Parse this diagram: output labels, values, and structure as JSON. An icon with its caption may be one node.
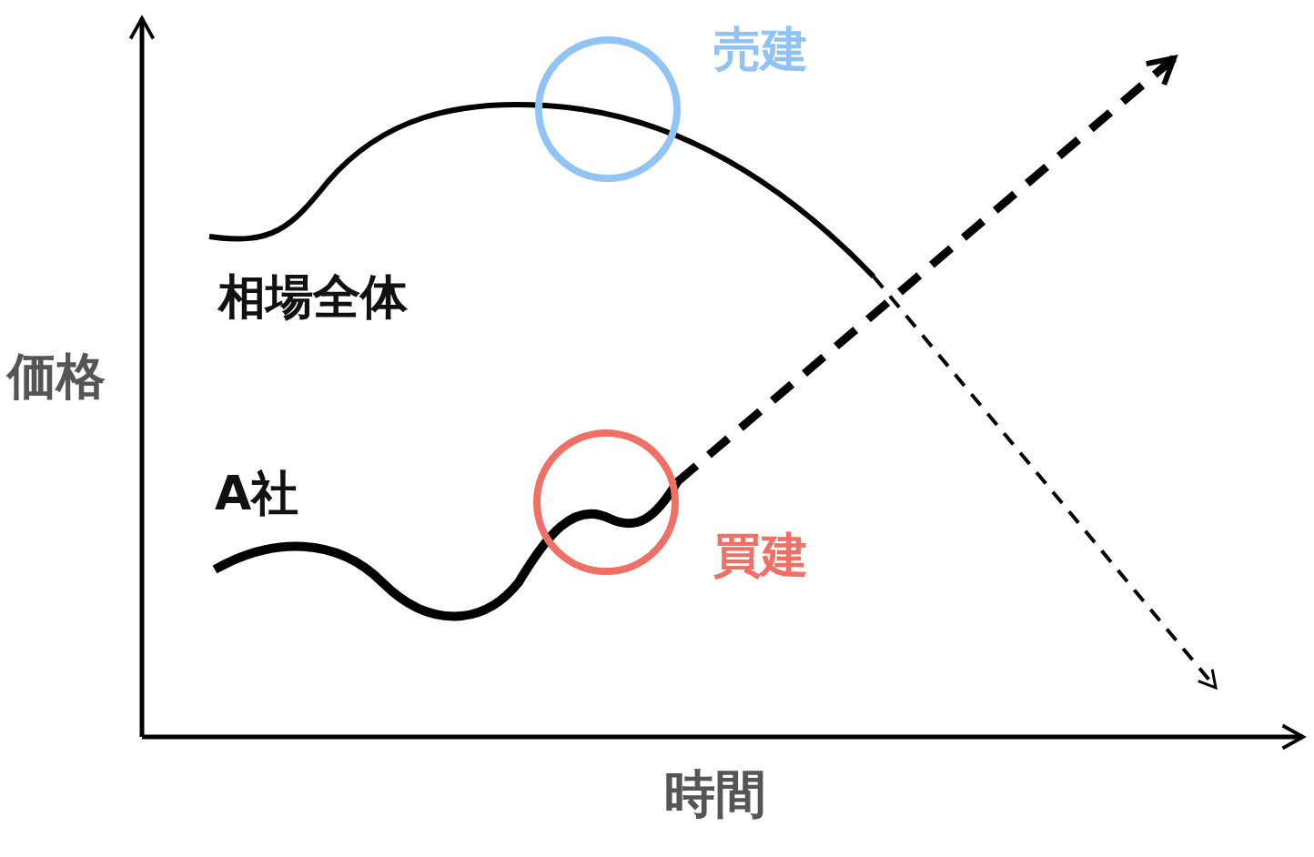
{
  "diagram": {
    "labels": [
      "売建",
      "相場全体",
      "価格",
      "A社",
      "買建",
      "時間"
    ]
  }
}
